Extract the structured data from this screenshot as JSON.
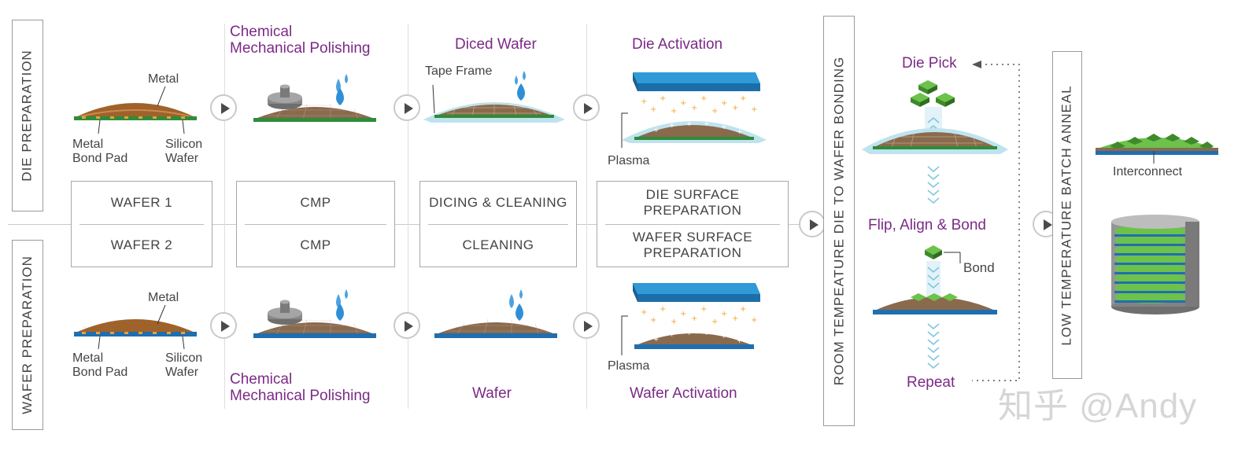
{
  "side_labels": {
    "die_prep": "DIE PREPARATION",
    "wafer_prep": "WAFER PREPARATION"
  },
  "top": {
    "col1": {
      "metal": "Metal",
      "bond_pad": "Metal\nBond Pad",
      "silicon": "Silicon\nWafer"
    },
    "col2": {
      "title": "Chemical\nMechanical Polishing"
    },
    "col3": {
      "title": "Diced Wafer",
      "tape": "Tape Frame"
    },
    "col4": {
      "title": "Die Activation",
      "plasma": "Plasma"
    }
  },
  "bottom": {
    "col1": {
      "metal": "Metal",
      "bond_pad": "Metal\nBond Pad",
      "silicon": "Silicon\nWafer"
    },
    "col2": {
      "title": "Chemical\nMechanical Polishing"
    },
    "col3": {
      "title": "Wafer"
    },
    "col4": {
      "title": "Wafer Activation",
      "plasma": "Plasma"
    }
  },
  "boxes": [
    {
      "top": "WAFER 1",
      "bottom": "WAFER 2"
    },
    {
      "top": "CMP",
      "bottom": "CMP"
    },
    {
      "top": "DICING & CLEANING",
      "bottom": "CLEANING"
    },
    {
      "top": "DIE SURFACE\nPREPARATION",
      "bottom": "WAFER SURFACE\nPREPARATION"
    }
  ],
  "bonding_label": "ROOM TEMPEATURE DIE TO WAFER BONDING",
  "bond_col": {
    "die_pick": "Die Pick",
    "flip": "Flip, Align & Bond",
    "bond": "Bond",
    "repeat": "Repeat"
  },
  "anneal_label": "LOW TEMPERATURE BATCH ANNEAL",
  "anneal_col": {
    "interconnect": "Interconnect"
  },
  "watermark": "知乎 @Andy",
  "colors": {
    "accent_purple": "#7b2a86",
    "wafer_brown": "#a0622b",
    "substrate_blue": "#1f6fb0",
    "bond_green": "#5cb83a"
  }
}
